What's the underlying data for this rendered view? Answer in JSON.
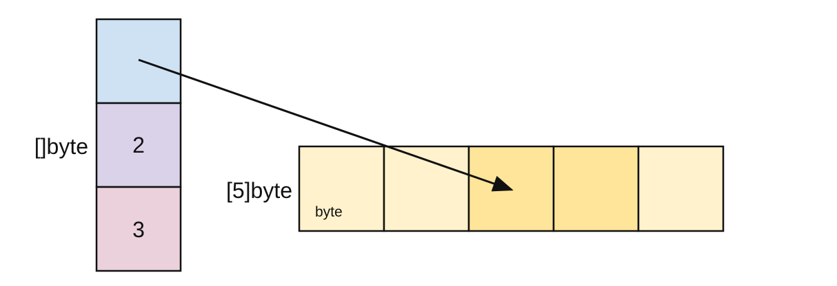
{
  "slice": {
    "type_label": "[]byte",
    "len_value": "2",
    "cap_value": "3",
    "colors": {
      "ptr": "#cfe2f3",
      "len": "#d9d2e9",
      "cap": "#ead1dc"
    }
  },
  "array": {
    "type_label": "[5]byte",
    "element_label": "byte",
    "cell_count": 5,
    "highlighted_cells": [
      2,
      3
    ],
    "colors": {
      "normal": "#fff2cc",
      "highlight": "#ffe599"
    }
  },
  "pointer": {
    "from": "slice pointer field",
    "to_cell": 2
  }
}
